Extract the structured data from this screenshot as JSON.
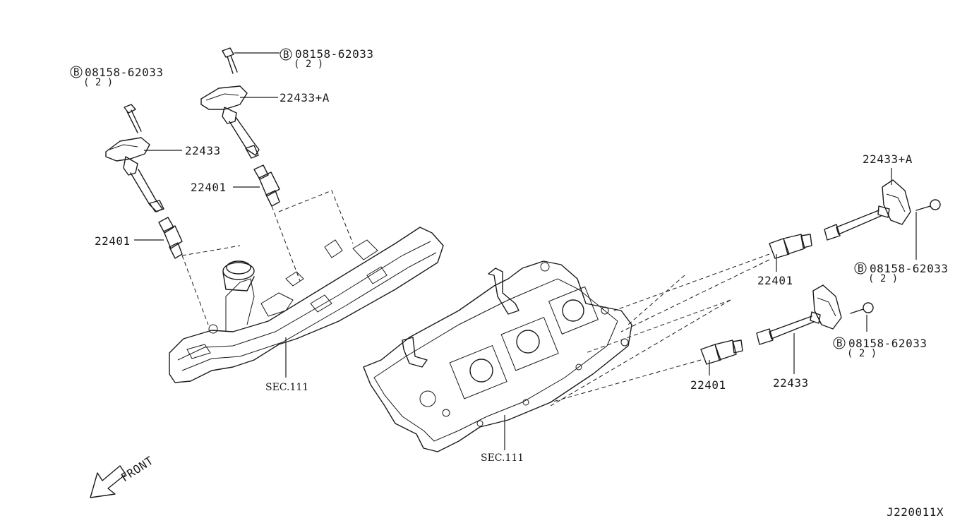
{
  "callouts": {
    "bolt_left": {
      "mark": "B",
      "part_number": "08158-62033",
      "qty": "( 2 )"
    },
    "bolt_top": {
      "mark": "B",
      "part_number": "08158-62033",
      "qty": "( 2 )"
    },
    "bolt_right_upper": {
      "mark": "B",
      "part_number": "08158-62033",
      "qty": "( 2 )"
    },
    "bolt_right_lower": {
      "mark": "B",
      "part_number": "08158-62033",
      "qty": "( 2 )"
    },
    "coil_left": "22433",
    "coil_top": "22433+A",
    "coil_right_upper": "22433+A",
    "coil_right_lower": "22433",
    "plug_left_upper": "22401",
    "plug_left_lower": "22401",
    "plug_right_upper": "22401",
    "plug_right_lower": "22401",
    "sec_left": "SEC.111",
    "sec_right": "SEC.111"
  },
  "front_indicator": "FRONT",
  "diagram_id": "J220011X"
}
